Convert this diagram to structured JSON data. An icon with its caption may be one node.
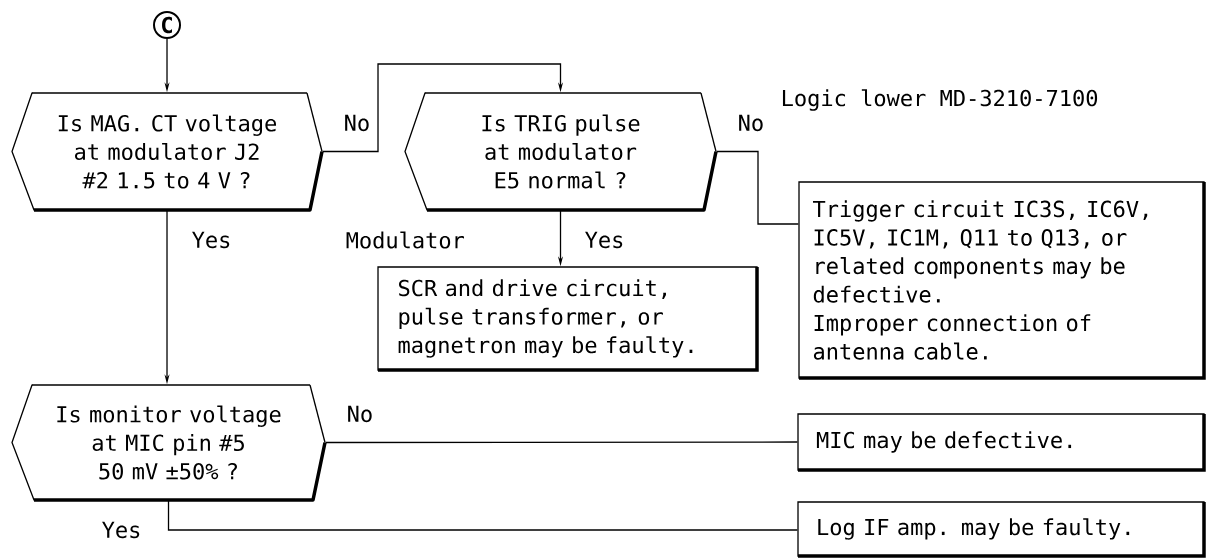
{
  "diagram": {
    "nodes": [
      {
        "text": [
          "C"
        ]
      },
      {
        "text": [
          "Is MAG. CT voltage at modulator J2 #2 1.5 to 4 V ?"
        ]
      },
      {
        "text": [
          "Is TRIG pulse at modulator E5 normal ?"
        ]
      },
      {
        "text": [
          "SCR and drive circuit, pulse transformer, or magnetron may be faulty."
        ],
        "beside": [
          "Modulator"
        ]
      },
      {
        "text": [
          "Trigger circuit IC3S, IC6V, IC5V, IC1M, Q11 to Q13, or related components may be defective.",
          "Improper connection of antenna cable."
        ],
        "beside": [
          "Logic lower MD-3210-7100"
        ]
      },
      {
        "text": [
          "Is monitor voltage at MIC pin #5 50 mV ±50% ?"
        ]
      },
      {
        "text": [
          "MIC may be defective."
        ]
      },
      {
        "text": [
          "Log IF amp. may be faulty."
        ]
      }
    ],
    "edges": [
      {
        "from": 0,
        "to": 1,
        "arrow": "to"
      },
      {
        "from": 1,
        "to": 2,
        "arrow": "to",
        "label": "No"
      },
      {
        "from": 2,
        "to": 3,
        "arrow": "to",
        "label": "Yes"
      },
      {
        "from": 2,
        "to": 4,
        "arrow": "none",
        "label": "No"
      },
      {
        "from": 1,
        "to": 5,
        "arrow": "to",
        "label": "Yes"
      },
      {
        "from": 5,
        "to": 6,
        "arrow": "none",
        "label": "No"
      },
      {
        "from": 5,
        "to": 7,
        "arrow": "none",
        "label": "Yes"
      }
    ]
  }
}
